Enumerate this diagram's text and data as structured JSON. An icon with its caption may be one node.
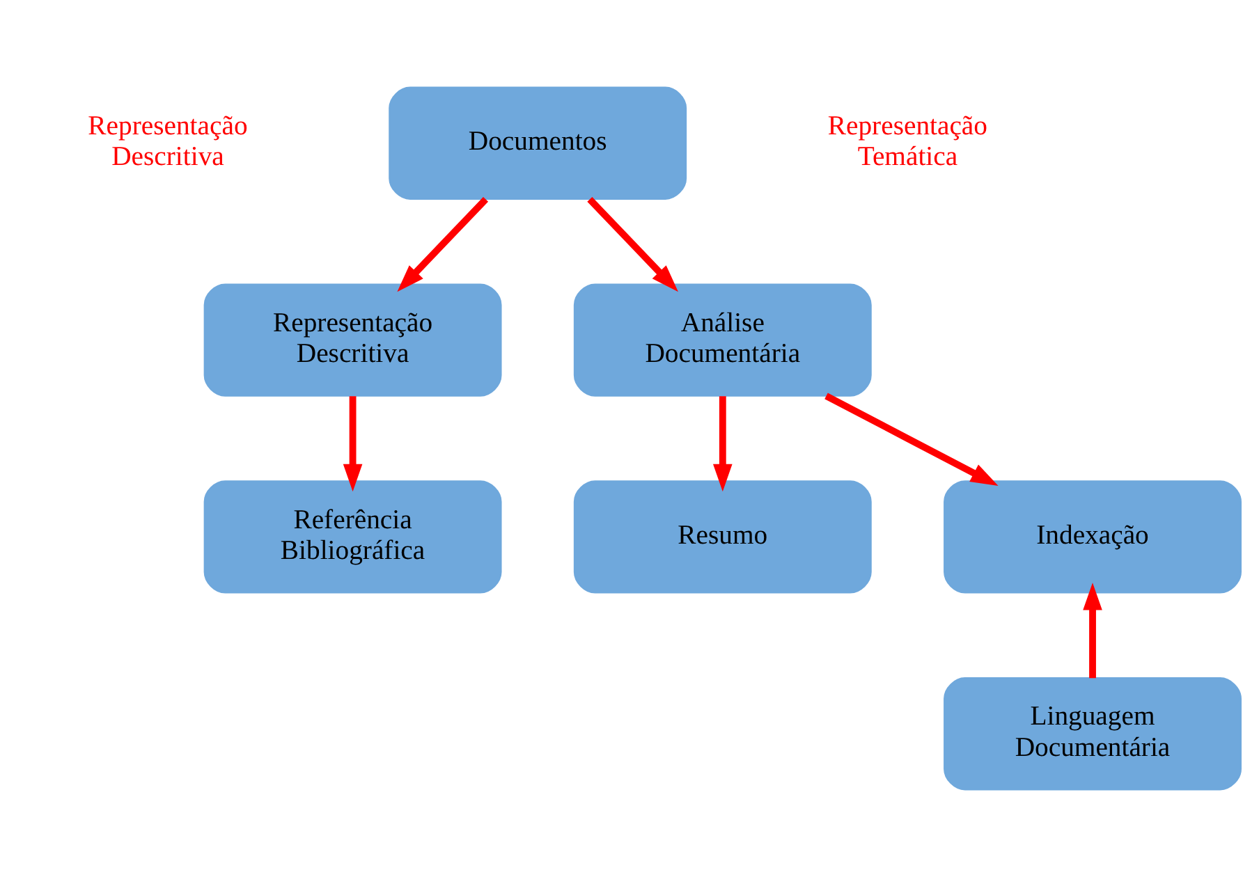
{
  "diagram": {
    "nodes": [
      {
        "text": [
          "Documentos"
        ]
      },
      {
        "text": [
          "Representação Descritiva"
        ]
      },
      {
        "text": [
          "Análise Documentária"
        ]
      },
      {
        "text": [
          "Referência Bibliográfica"
        ]
      },
      {
        "text": [
          "Resumo"
        ]
      },
      {
        "text": [
          "Indexação"
        ]
      },
      {
        "text": [
          "Linguagem Documentária"
        ]
      }
    ],
    "edges": [
      {
        "from": 0,
        "to": 1,
        "arrow": "to"
      },
      {
        "from": 0,
        "to": 2,
        "arrow": "to"
      },
      {
        "from": 1,
        "to": 3,
        "arrow": "to"
      },
      {
        "from": 2,
        "to": 4,
        "arrow": "to"
      },
      {
        "from": 2,
        "to": 5,
        "arrow": "to"
      },
      {
        "from": 6,
        "to": 5,
        "arrow": "to"
      }
    ],
    "labels": [
      "Representação Descritiva",
      "Representação Temática"
    ]
  }
}
